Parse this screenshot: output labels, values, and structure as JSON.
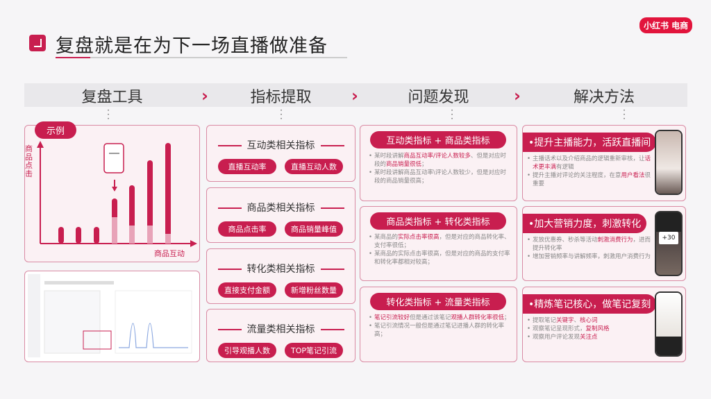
{
  "brand": "小红书 电商",
  "title": "复盘就是在为下一场直播做准备",
  "columns": [
    "复盘工具",
    "指标提取",
    "问题发现",
    "解决方法"
  ],
  "tool": {
    "example_label": "示例",
    "y_axis": "商品点击",
    "x_axis": "商品互动",
    "chart_data": {
      "type": "bar",
      "xlabel": "商品互动",
      "ylabel": "商品点击",
      "values": [
        24,
        24,
        24,
        65,
        84,
        120,
        145
      ],
      "pale_portion": [
        0,
        0,
        0,
        38,
        26,
        26,
        14
      ]
    }
  },
  "metrics": [
    {
      "title": "互动类相关指标",
      "items": [
        "直播互动率",
        "直播互动人数"
      ]
    },
    {
      "title": "商品类相关指标",
      "items": [
        "商品点击率",
        "商品销量峰值"
      ]
    },
    {
      "title": "转化类相关指标",
      "items": [
        "直接支付金额",
        "新增粉丝数量"
      ]
    },
    {
      "title": "流量类相关指标",
      "items": [
        "引导观播人数",
        "TOP笔记引流"
      ]
    }
  ],
  "problems": [
    {
      "title": "互动类指标 + 商品类指标",
      "bullets": [
        [
          {
            "t": "某时段讲解"
          },
          {
            "t": "商品互动率/评论人数较多",
            "hl": true
          },
          {
            "t": "、但是对应时段的"
          },
          {
            "t": "商品销量很低",
            "hl": true
          },
          {
            "t": "；"
          }
        ],
        [
          {
            "t": "某时段讲解商品互动率\\评论人数较少，但是对应时段的商品销量很高；"
          }
        ]
      ]
    },
    {
      "title": "商品类指标 + 转化类指标",
      "bullets": [
        [
          {
            "t": "某商品的"
          },
          {
            "t": "实际点击率很高",
            "hl": true
          },
          {
            "t": "，但是对应的商品转化率、支付率很低；"
          }
        ],
        [
          {
            "t": "某商品的实际点击率很高，但是对应的商品的支付率和转化率都相对较高；"
          }
        ]
      ]
    },
    {
      "title": "转化类指标 + 流量类指标",
      "bullets": [
        [
          {
            "t": "笔记引流较好",
            "hl": true
          },
          {
            "t": "但是通过该笔记"
          },
          {
            "t": "观播人群转化率很低",
            "hl": true
          },
          {
            "t": "；"
          }
        ],
        [
          {
            "t": "笔记引流情况一般但是通过笔记进播人群的转化率高；"
          }
        ]
      ]
    }
  ],
  "solutions": [
    {
      "title": "•提升主播能力，活跃直播间",
      "bullets": [
        [
          {
            "t": "主播话术以及介绍商品的逻辑重新审核，让"
          },
          {
            "t": "话术更丰满",
            "hl": true
          },
          {
            "t": "有逻辑"
          }
        ],
        [
          {
            "t": "提升主播对评论的关注程度，在意"
          },
          {
            "t": "用户看法",
            "hl": true
          },
          {
            "t": "很重要"
          }
        ]
      ]
    },
    {
      "title": "•加大营销力度，刺激转化",
      "bullets": [
        [
          {
            "t": "发放优惠券、秒杀等活动"
          },
          {
            "t": "刺激消费行为",
            "hl": true
          },
          {
            "t": "，进而提升转化率"
          }
        ],
        [
          {
            "t": "增加营销频率与讲解频率，刺激用户消费行为"
          }
        ]
      ]
    },
    {
      "title": "•精炼笔记核心，做笔记复刻",
      "bullets": [
        [
          {
            "t": "提取笔记"
          },
          {
            "t": "关键字",
            "hl": true
          },
          {
            "t": "、"
          },
          {
            "t": "核心词",
            "hl": true
          }
        ],
        [
          {
            "t": "观察笔记呈现形式，"
          },
          {
            "t": "复制风格",
            "hl": true
          }
        ],
        [
          {
            "t": "观察用户评论发现"
          },
          {
            "t": "关注点",
            "hl": true
          }
        ]
      ]
    }
  ],
  "coupon_value": "+30",
  "colors": {
    "accent": "#c81e4f",
    "box_bg": "#fbf1f4",
    "border": "#d98aa3",
    "pale": "#e8a3b8"
  }
}
